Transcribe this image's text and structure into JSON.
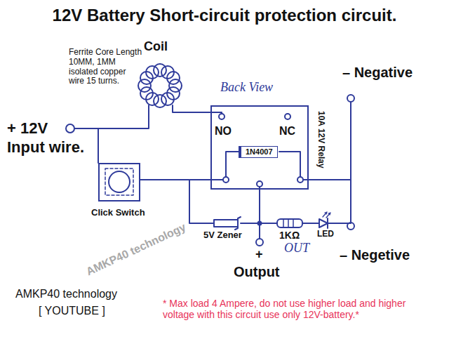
{
  "diagram": {
    "title": "12V Battery Short-circuit protection circuit.",
    "nodes": [
      {
        "text": [
          "Back View",
          "NO",
          "NC",
          "10A 12V Relay"
        ]
      },
      {
        "text": [
          "1N4007"
        ],
        "in": 0
      },
      {
        "text": [
          "Click Switch"
        ]
      }
    ],
    "edges": [
      {
        "from": 2,
        "to": 0,
        "arrow": "none"
      }
    ],
    "labels": [
      "Ferrite Core Length 10MM, 1MM isolated copper wire 15 turns.",
      "Coil",
      "+ 12V",
      "Input wire.",
      "– Negative",
      "5V Zener",
      "1KΩ",
      "LED",
      "+",
      "OUT",
      "Output",
      "– Negetive",
      "AMKP40 technology",
      "AMKP40 technology",
      "[ YOUTUBE ]",
      "* Max load 4 Ampere, do not use higher load and higher voltage with this circuit use only 12V-battery.*"
    ]
  }
}
